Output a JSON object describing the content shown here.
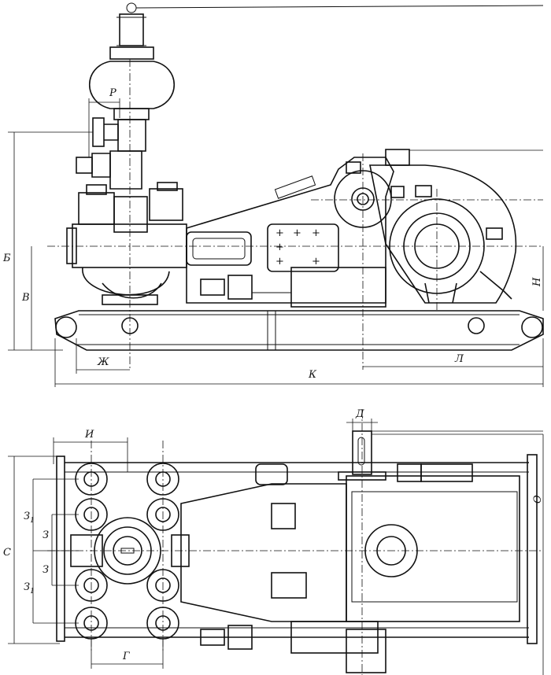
{
  "drawing": {
    "side_view": {
      "dims": {
        "R": "Р",
        "B_total": "Б",
        "V": "В",
        "Zh": "Ж",
        "K": "К",
        "L": "Л",
        "N": "Н"
      }
    },
    "plan_view": {
      "dims": {
        "I": "И",
        "D": "Д",
        "S": "С",
        "Z1_top": "З",
        "Z1_top_sub": "1",
        "Z_top": "З",
        "Z_bottom": "З",
        "Z1_bottom": "З",
        "Z1_bottom_sub": "1",
        "G": "Г",
        "O": "О"
      }
    }
  },
  "colors": {
    "line": "#111111",
    "background": "#ffffff"
  }
}
